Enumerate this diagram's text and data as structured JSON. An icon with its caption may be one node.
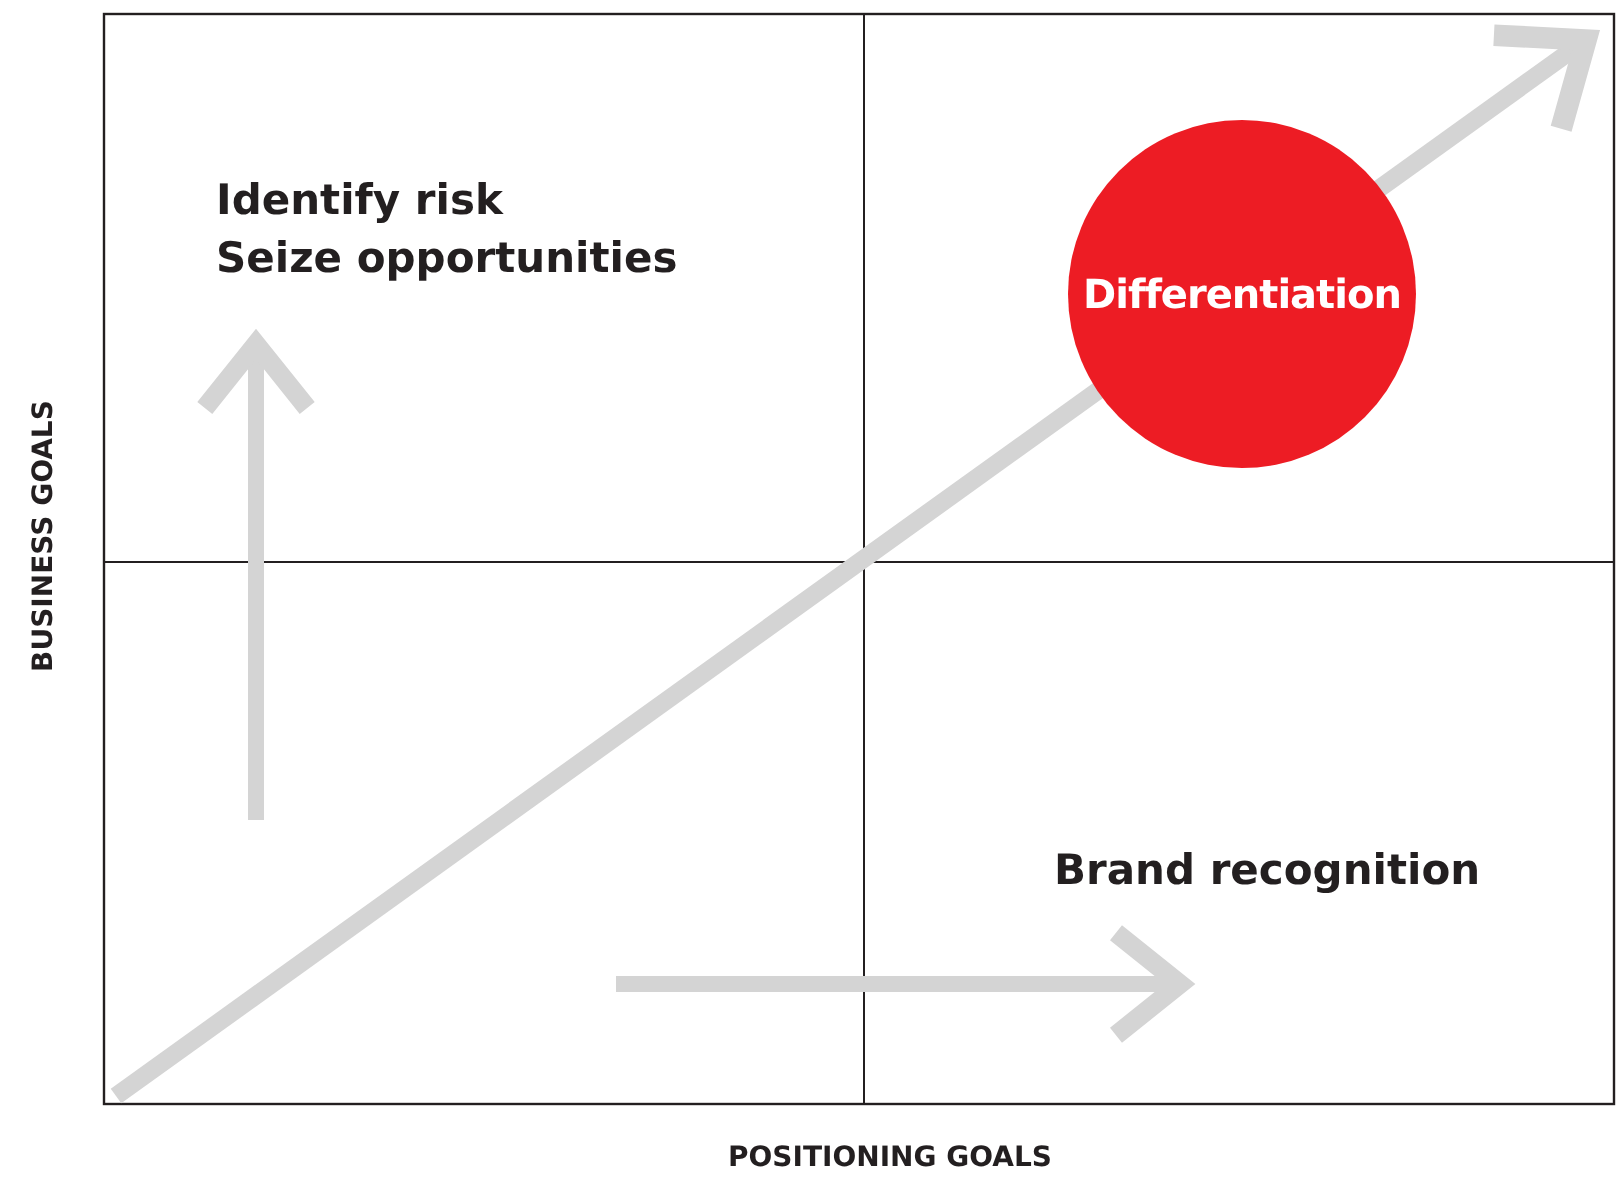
{
  "diagram": {
    "nodes": [
      {
        "text": [
          "Differentiation"
        ]
      }
    ],
    "labels": [
      "Identify risk",
      "Seize opportunities",
      "Brand recognition",
      "BUSINESS GOALS",
      "POSITIONING GOALS"
    ]
  }
}
